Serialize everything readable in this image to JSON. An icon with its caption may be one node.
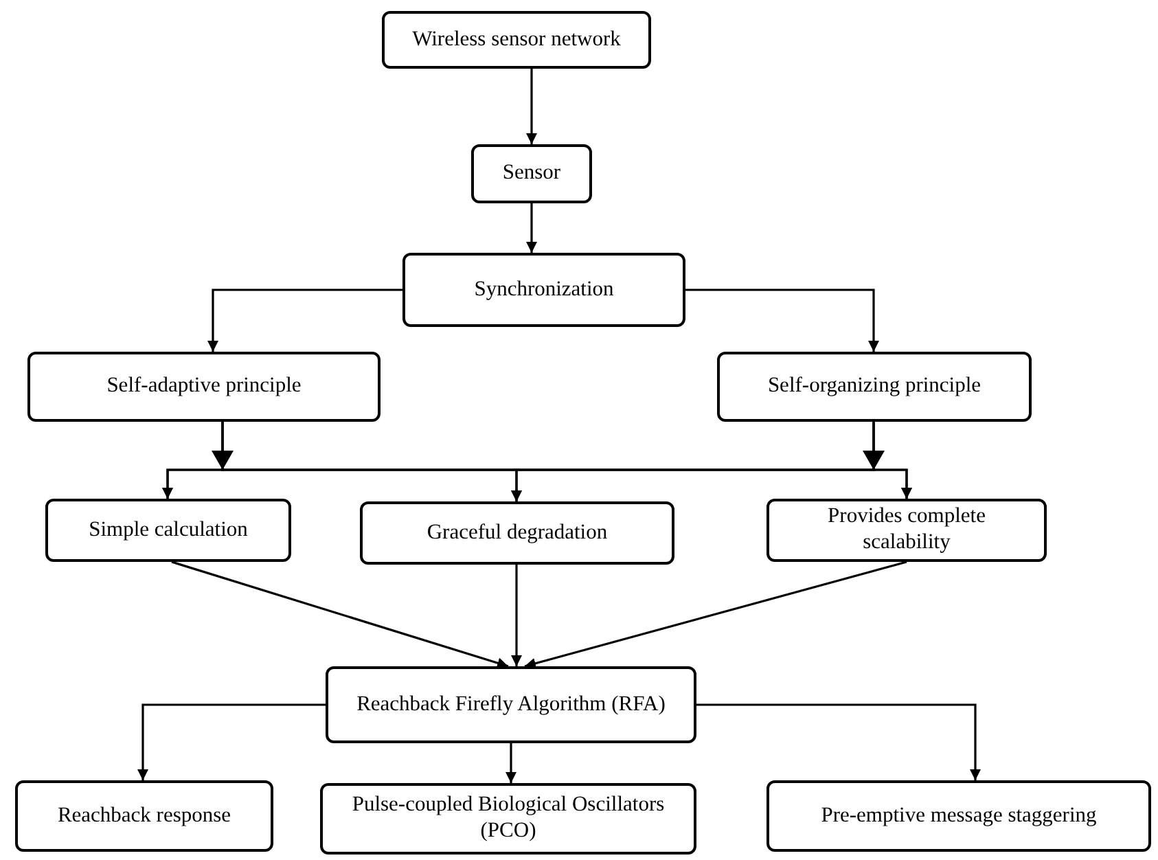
{
  "diagram": {
    "nodes": [
      {
        "text": [
          "Wireless sensor network"
        ]
      },
      {
        "text": [
          "Sensor"
        ]
      },
      {
        "text": [
          "Synchronization"
        ]
      },
      {
        "text": [
          "Self-adaptive principle"
        ]
      },
      {
        "text": [
          "Self-organizing principle"
        ]
      },
      {
        "text": [
          "Simple calculation"
        ]
      },
      {
        "text": [
          "Graceful degradation"
        ]
      },
      {
        "text": [
          "Provides complete scalability"
        ]
      },
      {
        "text": [
          "Reachback Firefly Algorithm (RFA)"
        ]
      },
      {
        "text": [
          "Reachback response"
        ]
      },
      {
        "text": [
          "Pulse-coupled Biological Oscillators (PCO)"
        ]
      },
      {
        "text": [
          "Pre-emptive message staggering"
        ]
      }
    ],
    "edges": [
      {
        "from": 0,
        "to": 1,
        "arrow": "to"
      },
      {
        "from": 1,
        "to": 2,
        "arrow": "to"
      },
      {
        "from": 2,
        "to": 3,
        "arrow": "to"
      },
      {
        "from": 2,
        "to": 4,
        "arrow": "to"
      },
      {
        "from": 3,
        "to": 5,
        "arrow": "to"
      },
      {
        "from": 3,
        "to": 6,
        "arrow": "to"
      },
      {
        "from": 3,
        "to": 7,
        "arrow": "to"
      },
      {
        "from": 4,
        "to": 5,
        "arrow": "to"
      },
      {
        "from": 4,
        "to": 6,
        "arrow": "to"
      },
      {
        "from": 4,
        "to": 7,
        "arrow": "to"
      },
      {
        "from": 5,
        "to": 8,
        "arrow": "to"
      },
      {
        "from": 6,
        "to": 8,
        "arrow": "to"
      },
      {
        "from": 7,
        "to": 8,
        "arrow": "to"
      },
      {
        "from": 8,
        "to": 9,
        "arrow": "to"
      },
      {
        "from": 8,
        "to": 10,
        "arrow": "to"
      },
      {
        "from": 8,
        "to": 11,
        "arrow": "to"
      }
    ]
  }
}
